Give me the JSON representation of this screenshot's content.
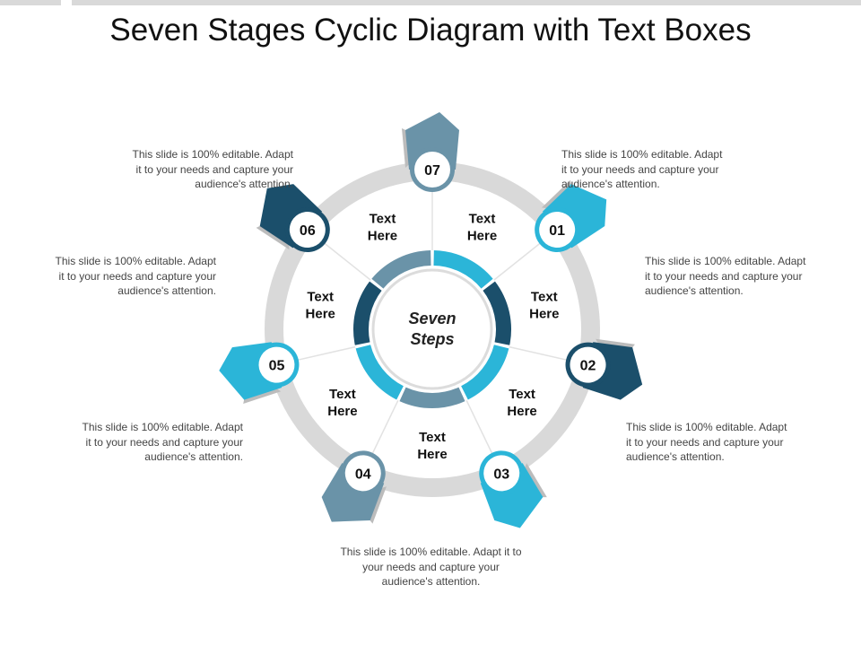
{
  "title": "Seven Stages Cyclic Diagram with Text Boxes",
  "center_label": [
    "Seven",
    "Steps"
  ],
  "colors": {
    "dark": "#1b4f6b",
    "mid": "#6a93a8",
    "cyan": "#2bb5d8",
    "ring": "#d9d9d9",
    "shadow": "#bcbcbc"
  },
  "stages": [
    {
      "num": "01",
      "label": [
        "Text",
        "Here"
      ],
      "color": "cyan",
      "desc": [
        "This slide is 100% editable. Adapt",
        "it to your needs and capture your",
        "audience's attention."
      ]
    },
    {
      "num": "02",
      "label": [
        "Text",
        "Here"
      ],
      "color": "dark",
      "desc": [
        "This slide is 100% editable. Adapt",
        "it to your needs and capture your",
        "audience's attention."
      ]
    },
    {
      "num": "03",
      "label": [
        "Text",
        "Here"
      ],
      "color": "cyan",
      "desc": [
        "This slide is 100% editable. Adapt",
        "it to your needs and capture your",
        "audience's attention."
      ]
    },
    {
      "num": "04",
      "label": [
        "Text",
        "Here"
      ],
      "color": "mid",
      "desc": [
        "This slide is 100% editable. Adapt it to",
        "your needs and capture your",
        "audience's attention."
      ]
    },
    {
      "num": "05",
      "label": [
        "Text",
        "Here"
      ],
      "color": "cyan",
      "desc": [
        "This slide is 100% editable. Adapt",
        "it to your needs and capture your",
        "audience's attention."
      ]
    },
    {
      "num": "06",
      "label": [
        "Text",
        "Here"
      ],
      "color": "dark",
      "desc": [
        "This slide is 100% editable. Adapt",
        "it to your needs and capture your",
        "audience's attention."
      ]
    },
    {
      "num": "07",
      "label": [
        "Text",
        "Here"
      ],
      "color": "mid",
      "desc": [
        "This slide is 100% editable. Adapt",
        "it to your needs and capture your",
        "audience's attention."
      ]
    }
  ]
}
